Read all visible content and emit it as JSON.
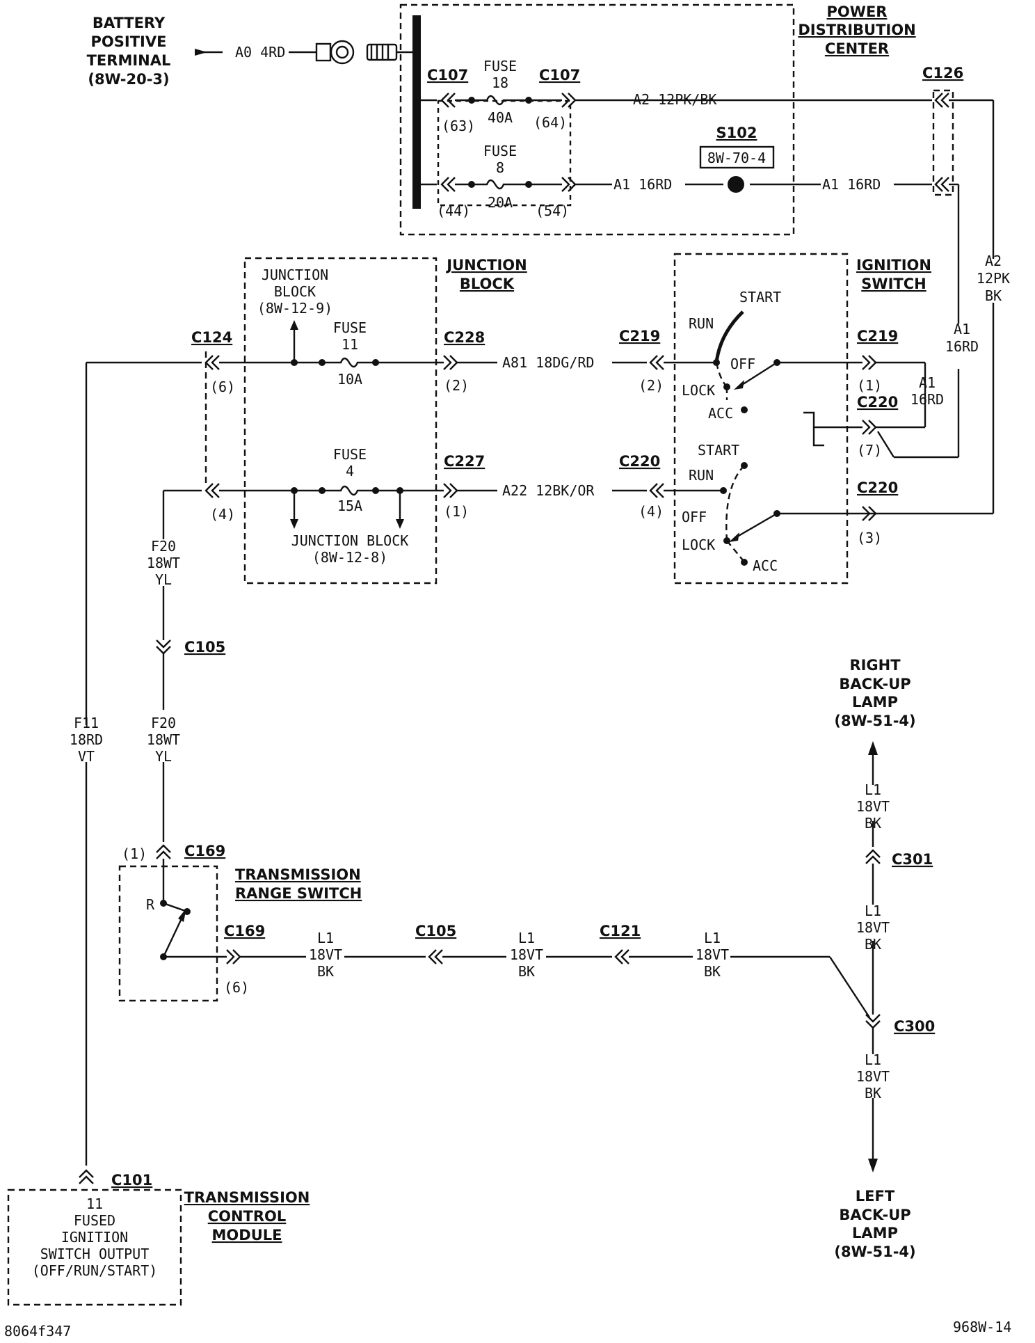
{
  "components": {
    "battery": [
      "BATTERY",
      "POSITIVE",
      "TERMINAL",
      "(8W-20-3)"
    ],
    "pdc": [
      "POWER",
      "DISTRIBUTION",
      "CENTER"
    ],
    "junction_block_title": [
      "JUNCTION",
      "BLOCK"
    ],
    "junction_block_ref_top": [
      "JUNCTION",
      "BLOCK",
      "(8W-12-9)"
    ],
    "junction_block_ref_bottom": [
      "JUNCTION BLOCK",
      "(8W-12-8)"
    ],
    "ignition_switch": [
      "IGNITION",
      "SWITCH"
    ],
    "transmission_range_switch": [
      "TRANSMISSION",
      "RANGE SWITCH"
    ],
    "tcm": [
      "TRANSMISSION",
      "CONTROL",
      "MODULE"
    ],
    "tcm_pin": [
      "11",
      "FUSED",
      "IGNITION",
      "SWITCH OUTPUT",
      "(OFF/RUN/START)"
    ],
    "right_backup": [
      "RIGHT",
      "BACK-UP",
      "LAMP",
      "(8W-51-4)"
    ],
    "left_backup": [
      "LEFT",
      "BACK-UP",
      "LAMP",
      "(8W-51-4)"
    ]
  },
  "splice": {
    "name": "S102",
    "ref": "8W-70-4"
  },
  "fuses": {
    "f18": [
      "FUSE",
      "18",
      "40A"
    ],
    "f8": [
      "FUSE",
      "8",
      "20A"
    ],
    "f11": [
      "FUSE",
      "11",
      "10A"
    ],
    "f4": [
      "FUSE",
      "4",
      "15A"
    ]
  },
  "connectors": {
    "c107a": "C107",
    "c107b": "C107",
    "c126": "C126",
    "c124": "C124",
    "c228": "C228",
    "c219a": "C219",
    "c219b": "C219",
    "c220a": "C220",
    "c220b": "C220",
    "c220c": "C220",
    "c227": "C227",
    "c105a": "C105",
    "c105b": "C105",
    "c169a": "C169",
    "c169b": "C169",
    "c121": "C121",
    "c301": "C301",
    "c300": "C300",
    "c101": "C101"
  },
  "pins": {
    "p63": "(63)",
    "p64": "(64)",
    "p44": "(44)",
    "p54": "(54)",
    "c124_6": "(6)",
    "c124_4": "(4)",
    "c228_2": "(2)",
    "c227_1": "(1)",
    "c219_2": "(2)",
    "c219_1": "(1)",
    "c220_7": "(7)",
    "c220_4": "(4)",
    "c220_3": "(3)",
    "c169_1": "(1)",
    "c169_6": "(6)"
  },
  "wires": {
    "a0": "A0 4RD",
    "a2": "A2 12PK/BK",
    "a1_left": "A1 16RD",
    "a1_right": "A1 16RD",
    "a2_vert": [
      "A2",
      "12PK",
      "BK"
    ],
    "a1_vert": [
      "A1",
      "16RD"
    ],
    "a1_short": [
      "A1",
      "16RD"
    ],
    "a81": "A81 18DG/RD",
    "a22": "A22 12BK/OR",
    "f20_top": [
      "F20",
      "18WT",
      "YL"
    ],
    "f20_bottom": [
      "F20",
      "18WT",
      "YL"
    ],
    "f11": [
      "F11",
      "18RD",
      "VT"
    ],
    "l1_a": [
      "L1",
      "18VT",
      "BK"
    ],
    "l1_b": [
      "L1",
      "18VT",
      "BK"
    ],
    "l1_c": [
      "L1",
      "18VT",
      "BK"
    ],
    "l1_d": [
      "L1",
      "18VT",
      "BK"
    ],
    "l1_e": [
      "L1",
      "18VT",
      "BK"
    ],
    "l1_f": [
      "L1",
      "18VT",
      "BK"
    ]
  },
  "switch_positions": {
    "top": {
      "start": "START",
      "run": "RUN",
      "off": "OFF",
      "lock": "LOCK",
      "acc": "ACC"
    },
    "bottom": {
      "start": "START",
      "run": "RUN",
      "off": "OFF",
      "lock": "LOCK",
      "acc": "ACC"
    }
  },
  "trs_position": "R",
  "footer": {
    "left": "8064f347",
    "right": "968W-14"
  }
}
